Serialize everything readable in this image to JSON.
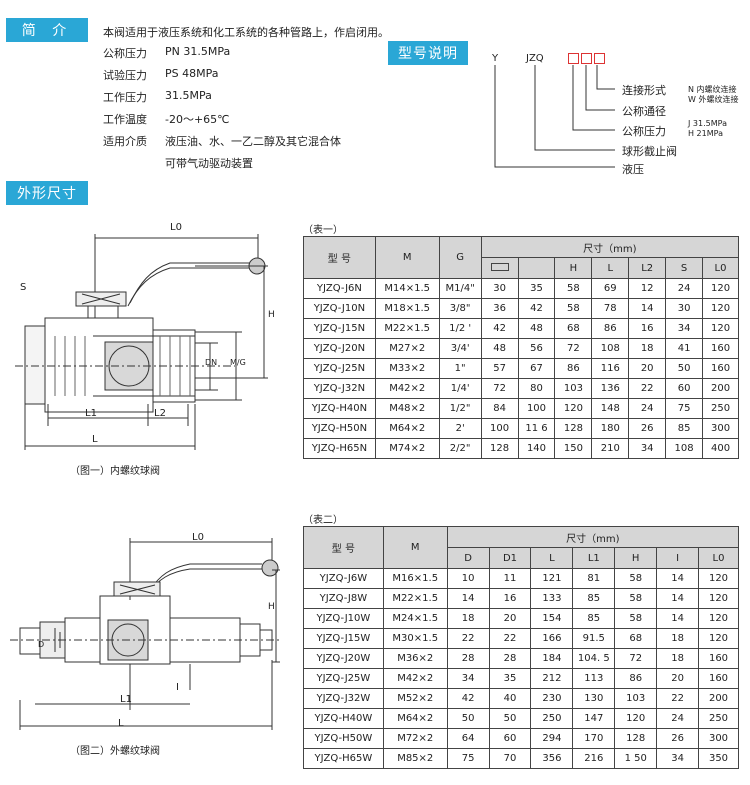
{
  "sections": {
    "intro": "简  介",
    "model": "型号说明",
    "dims": "外形尺寸"
  },
  "intro": {
    "desc": "本阀适用于液压系统和化工系统的各种管路上，作启闭用。",
    "rows": [
      {
        "k": "公称压力",
        "v": "PN 31.5MPa"
      },
      {
        "k": "试验压力",
        "v": "PS 48MPa"
      },
      {
        "k": "工作压力",
        "v": "31.5MPa"
      },
      {
        "k": "工作温度",
        "v": "-20～+65℃"
      },
      {
        "k": "适用介质",
        "v": "液压油、水、一乙二醇及其它混合体"
      }
    ],
    "extra": "可带气动驱动装置"
  },
  "model": {
    "y": "Y",
    "jzq": "JZQ",
    "labels": [
      "连接形式",
      "公称通径",
      "公称压力",
      "球形截止阀",
      "液压"
    ],
    "conn": [
      "N 内螺纹连接",
      "W 外螺纹连接"
    ],
    "press": [
      "J 31.5MPa",
      "H 21MPa"
    ]
  },
  "figures": {
    "fig1": "（图一）内螺纹球阀",
    "fig2": "（图二）外螺纹球阀",
    "dims1": {
      "L0": "L0",
      "S": "S",
      "H": "H",
      "DN": "DN",
      "MG": "M/G",
      "L1": "L1",
      "L2": "L2",
      "L": "L"
    },
    "dims2": {
      "L0": "L0",
      "H": "H",
      "D": "D",
      "L1": "L1",
      "I": "I",
      "L": "L"
    }
  },
  "table1": {
    "caption": "（表一）",
    "h_model": "型  号",
    "h_m": "M",
    "h_g": "G",
    "h_size": "尺寸（mm)",
    "sub": [
      "",
      "",
      "H",
      "L",
      "L2",
      "S",
      "L0"
    ],
    "rows": [
      [
        "YJZQ-J6N",
        "M14×1.5",
        "M1/4\"",
        "30",
        "35",
        "58",
        "69",
        "12",
        "24",
        "120"
      ],
      [
        "YJZQ-J10N",
        "M18×1.5",
        "3/8\"",
        "36",
        "42",
        "58",
        "78",
        "14",
        "30",
        "120"
      ],
      [
        "YJZQ-J15N",
        "M22×1.5",
        "1/2 '",
        "42",
        "48",
        "68",
        "86",
        "16",
        "34",
        "120"
      ],
      [
        "YJZQ-J20N",
        "M27×2",
        "3/4'",
        "48",
        "56",
        "72",
        "108",
        "18",
        "41",
        "160"
      ],
      [
        "YJZQ-J25N",
        "M33×2",
        "1\"",
        "57",
        "67",
        "86",
        "116",
        "20",
        "50",
        "160"
      ],
      [
        "YJZQ-J32N",
        "M42×2",
        "1/4'",
        "72",
        "80",
        "103",
        "136",
        "22",
        "60",
        "200"
      ],
      [
        "YJZQ-H40N",
        "M48×2",
        "1/2\"",
        "84",
        "100",
        "120",
        "148",
        "24",
        "75",
        "250"
      ],
      [
        "YJZQ-H50N",
        "M64×2",
        "2'",
        "100",
        "11 6",
        "128",
        "180",
        "26",
        "85",
        "300"
      ],
      [
        "YJZQ-H65N",
        "M74×2",
        "2/2\"",
        "128",
        "140",
        "150",
        "210",
        "34",
        "108",
        "400"
      ]
    ]
  },
  "table2": {
    "caption": "（表二）",
    "h_model": "型  号",
    "h_m": "M",
    "h_size": "尺寸（mm)",
    "sub": [
      "D",
      "D1",
      "L",
      "L1",
      "H",
      "I",
      "L0"
    ],
    "rows": [
      [
        "YJZQ-J6W",
        "M16×1.5",
        "10",
        "11",
        "121",
        "81",
        "58",
        "14",
        "120"
      ],
      [
        "YJZQ-J8W",
        "M22×1.5",
        "14",
        "16",
        "133",
        "85",
        "58",
        "14",
        "120"
      ],
      [
        "YJZQ-J10W",
        "M24×1.5",
        "18",
        "20",
        "154",
        "85",
        "58",
        "14",
        "120"
      ],
      [
        "YJZQ-J15W",
        "M30×1.5",
        "22",
        "22",
        "166",
        "91.5",
        "68",
        "18",
        "120"
      ],
      [
        "YJZQ-J20W",
        "M36×2",
        "28",
        "28",
        "184",
        "104. 5",
        "72",
        "18",
        "160"
      ],
      [
        "YJZQ-J25W",
        "M42×2",
        "34",
        "35",
        "212",
        "113",
        "86",
        "20",
        "160"
      ],
      [
        "YJZQ-J32W",
        "M52×2",
        "42",
        "40",
        "230",
        "130",
        "103",
        "22",
        "200"
      ],
      [
        "YJZQ-H40W",
        "M64×2",
        "50",
        "50",
        "250",
        "147",
        "120",
        "24",
        "250"
      ],
      [
        "YJZQ-H50W",
        "M72×2",
        "64",
        "60",
        "294",
        "170",
        "128",
        "26",
        "300"
      ],
      [
        "YJZQ-H65W",
        "M85×2",
        "75",
        "70",
        "356",
        "216",
        "1 50",
        "34",
        "350"
      ]
    ]
  },
  "colors": {
    "accent": "#2aa7d6",
    "header_gray": "#d6d6d6",
    "box_red": "#d33"
  }
}
